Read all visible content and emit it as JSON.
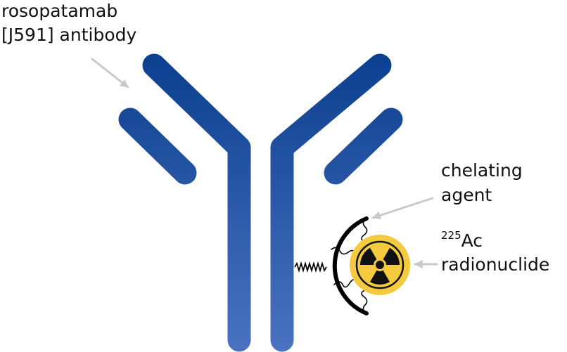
{
  "labels": {
    "antibody_line1": "rosopatamab",
    "antibody_line2": "[J591] antibody",
    "chelator_line1": "chelating",
    "chelator_line2": "agent",
    "isotope_mass": "225",
    "isotope_symbol": "Ac",
    "radionuclide": "radionuclide"
  },
  "colors": {
    "antibody_top": "#0b3f8f",
    "antibody_bottom": "#4a72c1",
    "pointer_arrow": "#c9c9c9",
    "chelator": "#000000",
    "radionuclide_fill": "#f4cb3e",
    "radiation_symbol": "#111111"
  },
  "icons": {
    "radionuclide": "radiation-trefoil-icon"
  }
}
